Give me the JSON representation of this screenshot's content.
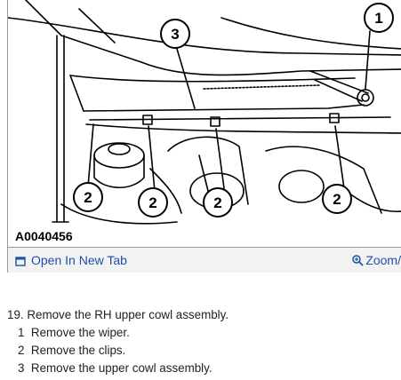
{
  "figure": {
    "id_label": "A0040456",
    "callouts": [
      "1",
      "3",
      "2",
      "2",
      "2",
      "2"
    ]
  },
  "toolbar": {
    "open_tab_label": "Open In New Tab",
    "zoom_label": "Zoom/"
  },
  "instructions": {
    "step": "19. Remove the RH upper cowl assembly.",
    "substeps": [
      {
        "num": "1",
        "text": "Remove the wiper."
      },
      {
        "num": "2",
        "text": "Remove the clips."
      },
      {
        "num": "3",
        "text": "Remove the upper cowl assembly."
      }
    ]
  },
  "colors": {
    "link": "#1f4fa8",
    "toolbar_bg": "#f2f2f2"
  }
}
